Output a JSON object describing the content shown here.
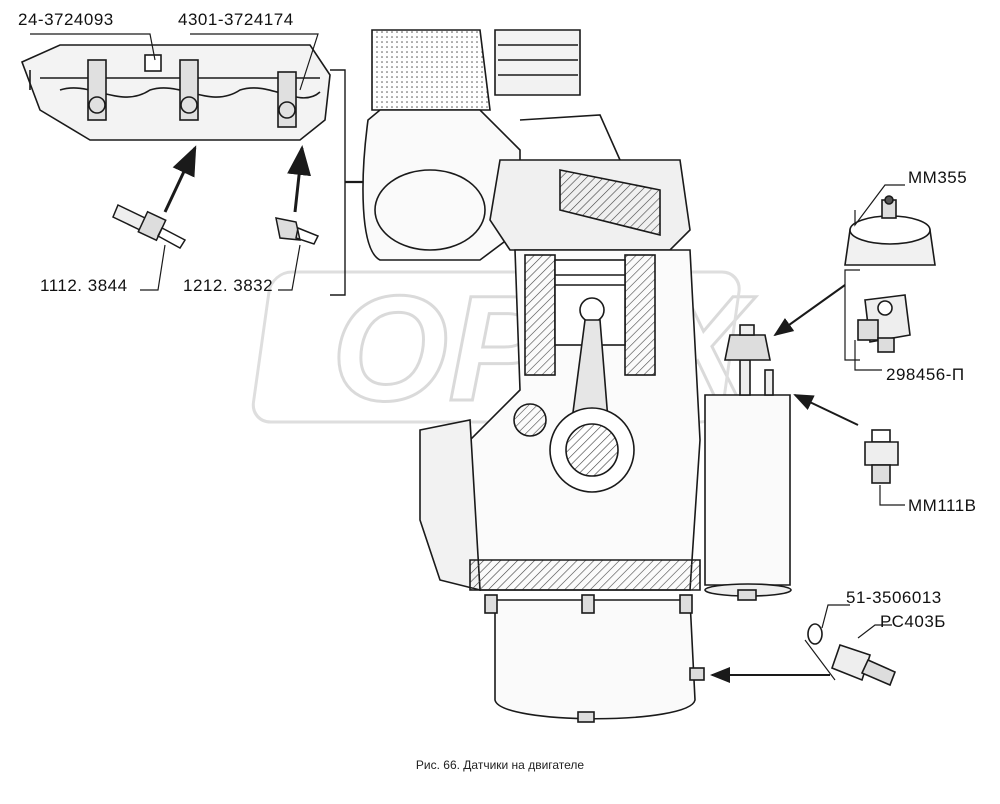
{
  "figure": {
    "caption": "Рис. 66. Датчики на двигателе",
    "watermark": "ОРЕХ",
    "part_numbers": {
      "upper_left_1": "24-3724093",
      "upper_left_2": "4301-3724174",
      "left_sensor_1": "1112. 3844",
      "left_sensor_2": "1212. 3832",
      "right_top": "ММ355",
      "right_adapter": "298456-П",
      "right_middle": "ММ111В",
      "right_washer": "51-3506013",
      "right_bottom": "РС403Б"
    },
    "colors": {
      "line": "#1a1a1a",
      "hatch": "#444444",
      "watermark": "#d6d6d6"
    }
  }
}
